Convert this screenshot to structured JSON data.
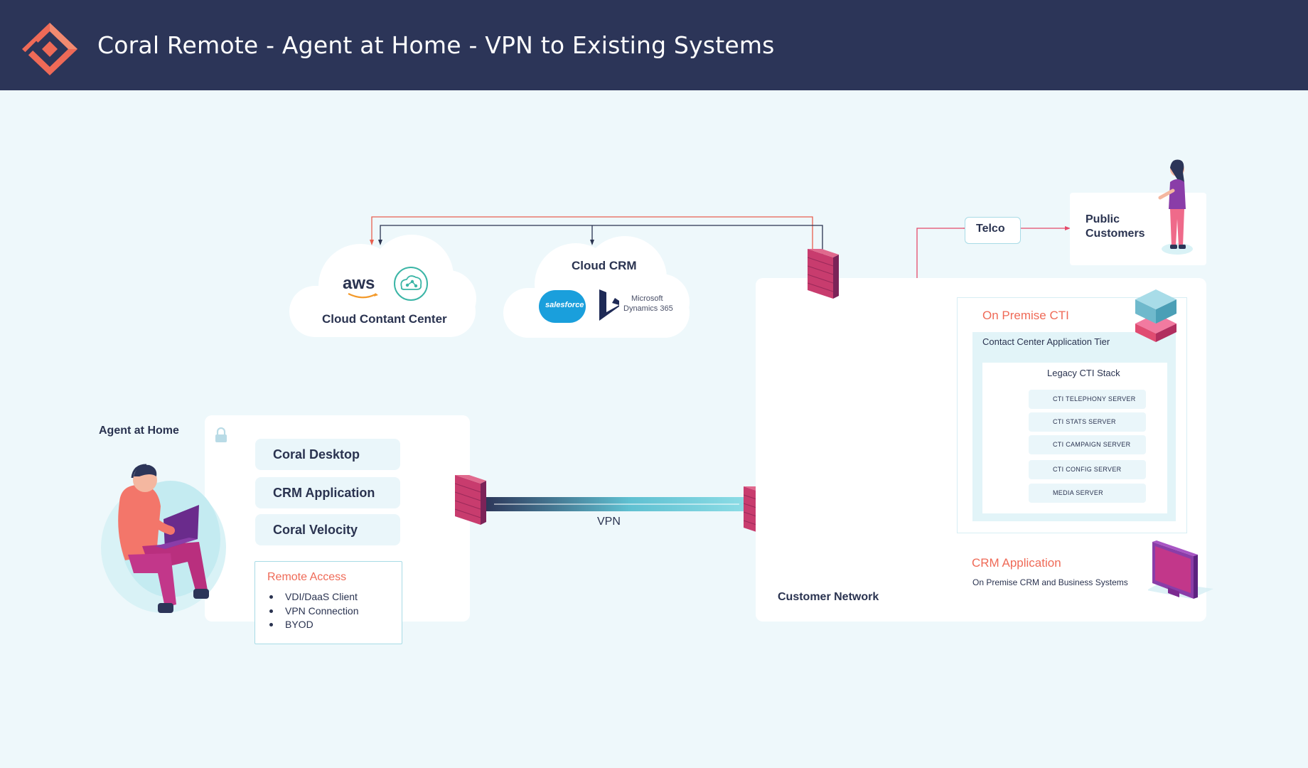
{
  "header": {
    "title": "Coral Remote - Agent at Home - VPN to Existing Systems",
    "logo_icon": "coral-diamond-logo-icon"
  },
  "colors": {
    "header_bg": "#2c3558",
    "page_bg": "#eef8fb",
    "accent_orange": "#ef6a57",
    "line_navy": "#2a3350",
    "line_pink": "#e54a6a",
    "firewall": "#c83c6e"
  },
  "cloud_contact_center": {
    "title": "Cloud Contant Center",
    "aws_label": "aws",
    "icons": [
      "aws-logo-icon",
      "cloud-network-icon"
    ]
  },
  "cloud_crm": {
    "title": "Cloud CRM",
    "salesforce_label": "salesforce",
    "dynamics_label_line1": "Microsoft",
    "dynamics_label_line2": "Dynamics 365"
  },
  "agent": {
    "title": "Agent at Home",
    "apps": [
      "Coral Desktop",
      "CRM Application",
      "Coral Velocity"
    ],
    "remote_access": {
      "title": "Remote Access",
      "items": [
        "VDI/DaaS Client",
        "VPN Connection",
        "BYOD"
      ]
    }
  },
  "vpn": {
    "label": "VPN"
  },
  "telco": {
    "label": "Telco"
  },
  "public_customers": {
    "line1": "Public",
    "line2": "Customers"
  },
  "customer_network": {
    "label": "Customer Network",
    "on_premise_cti": {
      "title": "On Premise CTI",
      "tier_label": "Contact Center Application Tier",
      "stack_label": "Legacy CTI Stack",
      "servers": [
        "CTI TELEPHONY SERVER",
        "CTI STATS SERVER",
        "CTI CAMPAIGN SERVER",
        "CTI CONFIG SERVER",
        "MEDIA SERVER"
      ]
    },
    "crm_application": {
      "title": "CRM Application",
      "subtitle": "On Premise CRM and Business Systems"
    }
  }
}
